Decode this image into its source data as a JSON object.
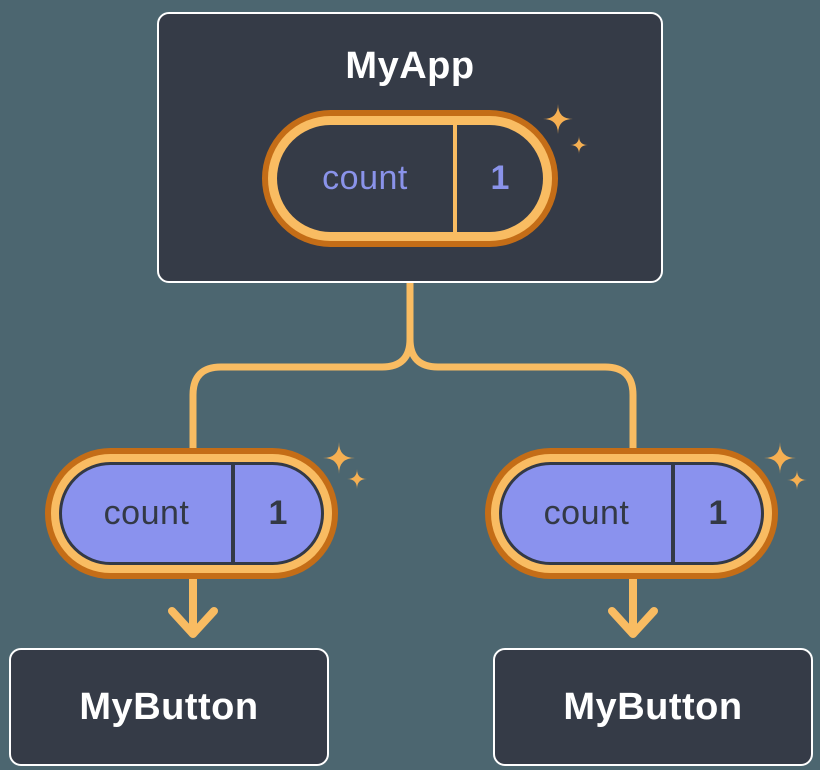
{
  "tree": {
    "root": {
      "label": "MyApp",
      "state": {
        "name": "count",
        "value": "1"
      }
    },
    "children": [
      {
        "label": "MyButton",
        "state": {
          "name": "count",
          "value": "1"
        }
      },
      {
        "label": "MyButton",
        "state": {
          "name": "count",
          "value": "1"
        }
      }
    ]
  },
  "icons": {
    "sparkle": "four-point-star-sparkle",
    "arrow": "down-arrow"
  },
  "colors": {
    "background": "#4C6670",
    "card": "#353B47",
    "cardBorder": "#FFFFFF",
    "orangeDark": "#C46D17",
    "orangeLight": "#F9BC62",
    "periwinkle": "#8A92EE",
    "periwinkleText": "#8A93EA",
    "darkText": "#333945",
    "sparkle": "#F5AF52",
    "titleText": "#FFFFFF"
  }
}
